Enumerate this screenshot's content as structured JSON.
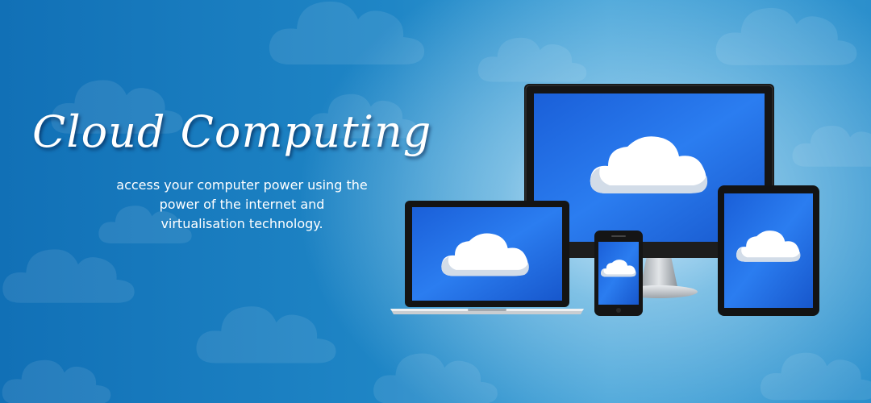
{
  "hero": {
    "title": "Cloud Computing",
    "tagline_lines": [
      "access your computer power using the",
      "power of the internet and",
      "virtualisation technology."
    ]
  },
  "illustration": {
    "devices": [
      "monitor",
      "laptop",
      "smartphone",
      "tablet"
    ],
    "screen_icon": "cloud-icon"
  },
  "colors": {
    "background_dark": "#1170b6",
    "background_light": "#dcefff",
    "screen_blue": "#1d6fe8",
    "device_frame": "#111111",
    "text": "#ffffff"
  }
}
